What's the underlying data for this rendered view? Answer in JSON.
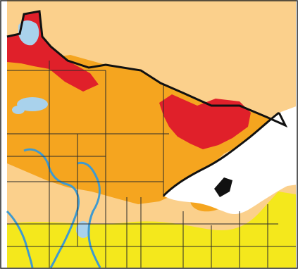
{
  "map": {
    "colors": {
      "background": "#ffffff",
      "frame": "#222222",
      "lake_superior": "#ffffff",
      "category_extreme": "#e0202a",
      "category_severe": "#f5a51f",
      "category_moderate": "#fbd08c",
      "category_abnormally_dry": "#f4e81c",
      "water": "#a9d2ec",
      "river": "#3e9ad0",
      "county_lines": "#2a2a2a",
      "state_border": "#111111"
    },
    "drought_categories": [
      "extreme",
      "severe",
      "moderate",
      "abnormally-dry"
    ],
    "icons": [
      "river-icon",
      "lake-icon"
    ]
  }
}
